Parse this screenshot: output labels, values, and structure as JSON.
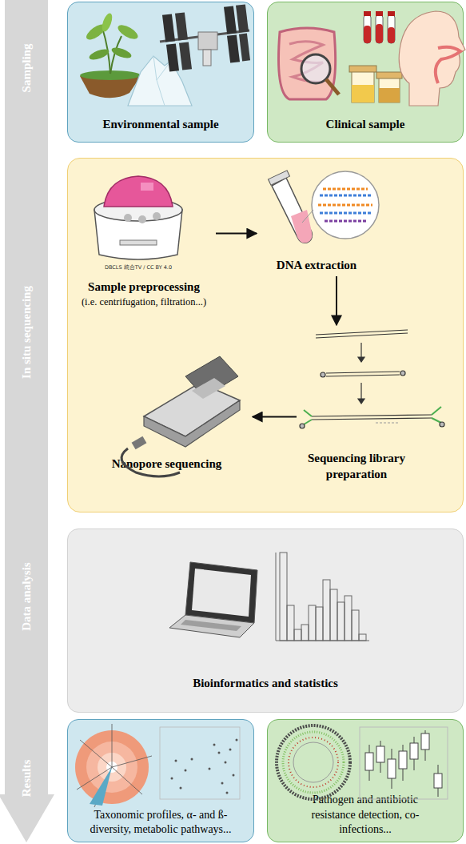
{
  "diagram": {
    "nodes": [
      {
        "text": [
          "Environmental sample"
        ]
      },
      {
        "text": [
          "Clinical sample"
        ]
      },
      {
        "text": []
      },
      {
        "text": [
          "Sample preprocessing",
          "(i.e. centrifugation, filtration...)"
        ],
        "in": 2
      },
      {
        "text": [
          "DNA extraction"
        ],
        "in": 2
      },
      {
        "text": [
          "Nanopore sequencing"
        ],
        "in": 2
      },
      {
        "text": [
          "Sequencing library preparation"
        ],
        "in": 2
      },
      {
        "text": [
          "Bioinformatics and statistics"
        ]
      },
      {
        "text": [
          "Taxonomic profiles, α- and ß-diversity, metabolic pathways..."
        ]
      },
      {
        "text": [
          "Pathogen and antibiotic resistance detection, co-infections..."
        ]
      }
    ],
    "edges": [
      {
        "from": 3,
        "to": 4,
        "arrow": "to"
      },
      {
        "from": 4,
        "to": 6,
        "arrow": "to"
      },
      {
        "from": 6,
        "to": 5,
        "arrow": "to"
      }
    ],
    "labels": [
      "Sampling",
      "In situ sequencing",
      "Data analysis",
      "Results",
      "DBCLS 統合TV / CC BY 4.0"
    ]
  }
}
